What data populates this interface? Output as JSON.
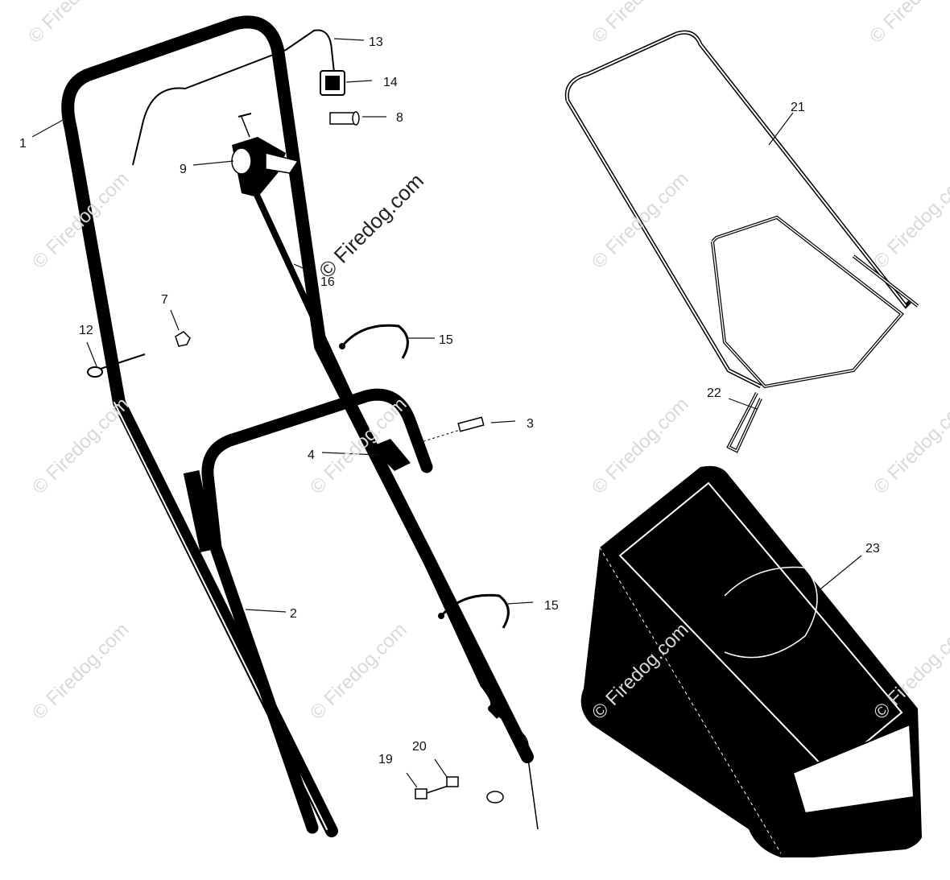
{
  "watermark": {
    "text": "© Firedog.com",
    "brand_text": "© Firedog.com"
  },
  "callouts": [
    {
      "id": "1",
      "label": "1"
    },
    {
      "id": "2",
      "label": "2"
    },
    {
      "id": "3",
      "label": "3"
    },
    {
      "id": "4",
      "label": "4"
    },
    {
      "id": "7",
      "label": "7"
    },
    {
      "id": "8",
      "label": "8"
    },
    {
      "id": "9",
      "label": "9"
    },
    {
      "id": "12",
      "label": "12"
    },
    {
      "id": "13",
      "label": "13"
    },
    {
      "id": "14",
      "label": "14"
    },
    {
      "id": "15a",
      "label": "15"
    },
    {
      "id": "15b",
      "label": "15"
    },
    {
      "id": "16",
      "label": "16"
    },
    {
      "id": "19",
      "label": "19"
    },
    {
      "id": "20",
      "label": "20"
    },
    {
      "id": "21",
      "label": "21"
    },
    {
      "id": "22",
      "label": "22"
    },
    {
      "id": "23",
      "label": "23"
    }
  ],
  "colors": {
    "line": "#000000",
    "background": "#ffffff",
    "watermark": "#d9d9d9"
  }
}
